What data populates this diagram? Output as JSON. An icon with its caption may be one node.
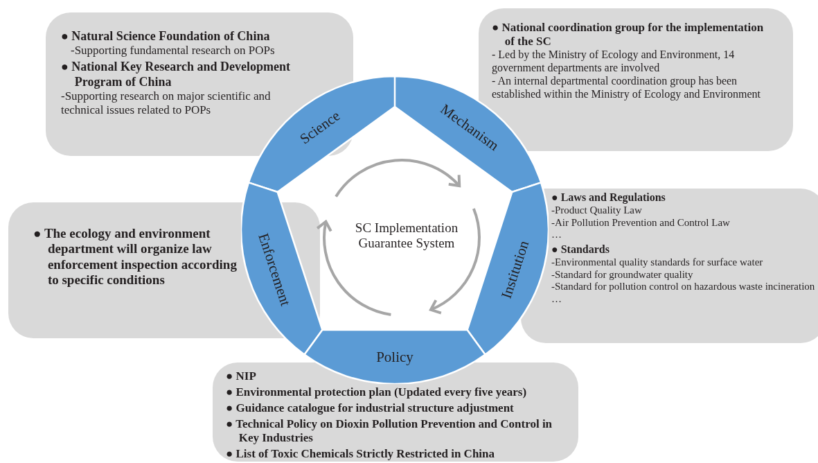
{
  "diagram": {
    "nodes": [
      {
        "text": [
          "● Natural Science Foundation of China",
          "-Supporting fundamental research on POPs",
          "● National Key Research and Development Program of China",
          "-Supporting research on major scientific and technical issues related to POPs"
        ]
      },
      {
        "text": [
          "● National coordination group for the implementation of the SC",
          "- Led by the Ministry of Ecology and Environment, 14 government departments are involved",
          "- An internal departmental coordination group has been established within the Ministry of Ecology and Environment"
        ]
      },
      {
        "text": [
          "Science"
        ]
      },
      {
        "text": [
          "Mechanism"
        ]
      },
      {
        "text": [
          "SC Implementation Guarantee System"
        ]
      },
      {
        "text": [
          "● Laws and Regulations",
          "-Product Quality Law",
          "-Air Pollution Prevention and Control Law",
          "…",
          "● Standards",
          "-Environmental quality standards for surface water",
          "-Standard for groundwater quality",
          "-Standard for pollution control on hazardous waste incineration",
          "…"
        ]
      },
      {
        "text": [
          "● The ecology and environment department will organize law enforcement inspection according to specific conditions"
        ]
      },
      {
        "text": [
          "Enforcement"
        ]
      },
      {
        "text": [
          "Institution"
        ]
      },
      {
        "text": [
          "Policy"
        ]
      },
      {
        "text": [
          "● NIP",
          "● Environmental protection plan (Updated every five years)",
          "● Guidance catalogue for industrial structure adjustment",
          "● Technical Policy on Dioxin Pollution Prevention and Control in Key Industries",
          "● List of Toxic Chemicals Strictly Restricted in China"
        ]
      }
    ]
  }
}
